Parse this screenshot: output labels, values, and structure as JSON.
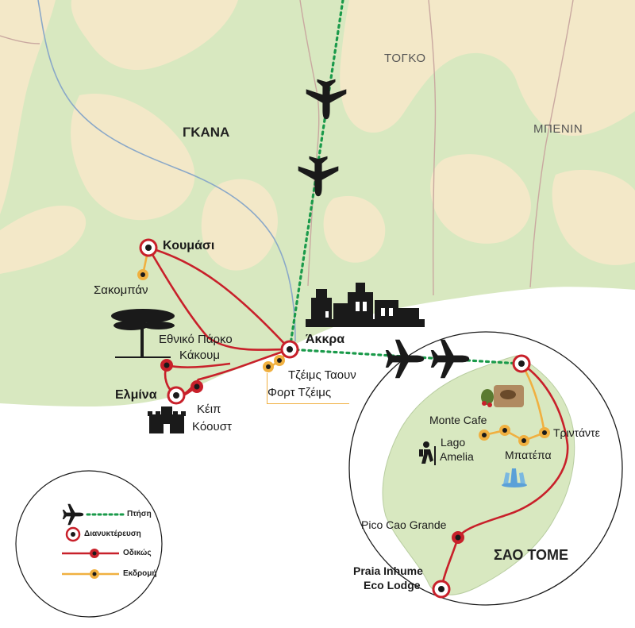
{
  "countries": {
    "ghana": "ΓΚΑΝΑ",
    "togo": "ΤΟΓΚΟ",
    "benin": "ΜΠΕΝΙΝ",
    "sao_tome": "ΣΑΟ ΤΟΜΕ"
  },
  "places": {
    "kumasi": "Κουμάσι",
    "sakompan": "Σακομπάν",
    "kakum_line1": "Εθνικό Πάρκο",
    "kakum_line2": "Κάκουμ",
    "elmina": "Ελμίνα",
    "cape_coast_line1": "Κέιπ",
    "cape_coast_line2": "Κόουστ",
    "accra": "Άκκρα",
    "jamestown": "Τζέιμς Ταουν",
    "fort_james": "Φορτ Τζέιμς",
    "monte_cafe": "Monte Cafe",
    "trindade": "Τριντάντε",
    "lago_amelia_line1": "Lago",
    "lago_amelia_line2": "Amelia",
    "batepa": "Μπατέπα",
    "pico_cao_grande": "Pico Cao Grande",
    "praia_inhume_line1": "Praia Inhume",
    "praia_inhume_line2": "Eco Lodge"
  },
  "legend": {
    "flight": "Πτήση",
    "overnight": "Διανυκτέρευση",
    "road": "Οδικώς",
    "excursion": "Εκδρομή"
  },
  "colors": {
    "land": "#d8e8c0",
    "terrain": "#f3e8c8",
    "sea": "#ffffff",
    "road": "#c8202a",
    "excursion": "#f0b040",
    "flight": "#1a9a4a",
    "river": "#8aa8c8",
    "border": "#c9a8a0"
  },
  "icons": [
    "airplane-icon",
    "city-skyline-icon",
    "castle-icon",
    "acacia-tree-icon",
    "hiker-icon",
    "coffee-icon",
    "waterfall-icon"
  ]
}
